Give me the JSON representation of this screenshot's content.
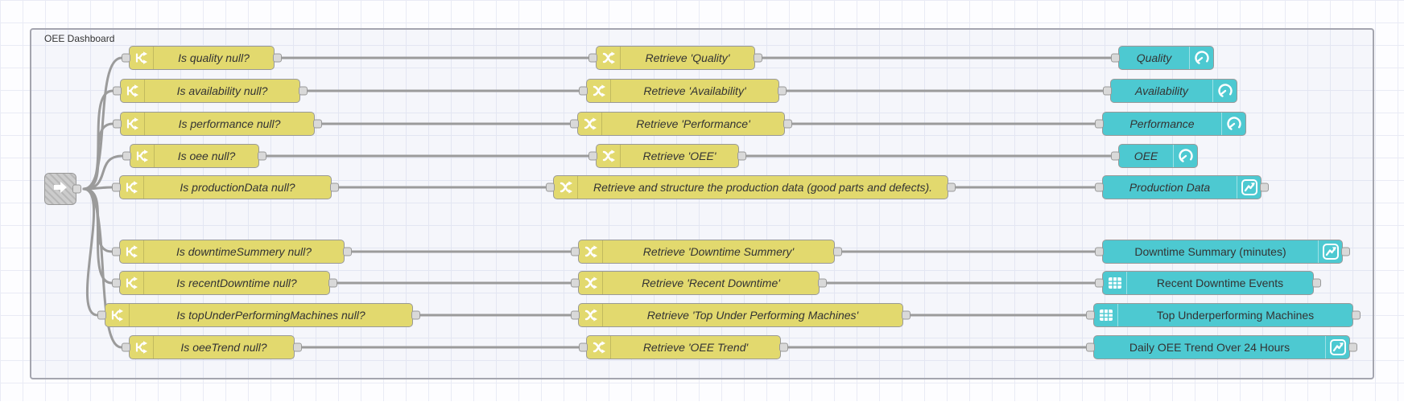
{
  "canvas": {
    "group_label": "OEE Dashboard"
  },
  "palette": {
    "node_yellow": "#e2d96e",
    "node_teal": "#4dc9d1",
    "node_border": "#999999",
    "wire": "#9b9b9b",
    "grid_line": "#e9ebf5",
    "group_border": "#a4a5af",
    "label_color": "#333333"
  },
  "link_node": {
    "icon": "link-arrow-icon"
  },
  "rows": [
    {
      "condition": "Is quality null?",
      "retrieve": "Retrieve 'Quality'",
      "output": "Quality",
      "output_icon": "gauge-icon"
    },
    {
      "condition": "Is availability null?",
      "retrieve": "Retrieve 'Availability'",
      "output": "Availability",
      "output_icon": "gauge-icon"
    },
    {
      "condition": "Is performance null?",
      "retrieve": "Retrieve 'Performance'",
      "output": "Performance",
      "output_icon": "gauge-icon"
    },
    {
      "condition": "Is oee null?",
      "retrieve": "Retrieve 'OEE'",
      "output": "OEE",
      "output_icon": "gauge-icon"
    },
    {
      "condition": "Is productionData null?",
      "retrieve": "Retrieve and structure the production data (good parts and defects).",
      "output": "Production Data",
      "output_icon": "chart-icon"
    },
    {
      "condition": "Is downtimeSummery null?",
      "retrieve": "Retrieve 'Downtime Summery'",
      "output": "Downtime Summary (minutes)",
      "output_icon": "chart-icon"
    },
    {
      "condition": "Is recentDowntime null?",
      "retrieve": "Retrieve 'Recent Downtime'",
      "output": "Recent Downtime Events",
      "output_icon": "table-icon"
    },
    {
      "condition": "Is topUnderPerformingMachines null?",
      "retrieve": "Retrieve 'Top Under Performing Machines'",
      "output": "Top Underperforming Machines",
      "output_icon": "table-icon"
    },
    {
      "condition": "Is oeeTrend null?",
      "retrieve": "Retrieve 'OEE Trend'",
      "output": "Daily OEE Trend Over 24 Hours",
      "output_icon": "chart-icon"
    }
  ]
}
